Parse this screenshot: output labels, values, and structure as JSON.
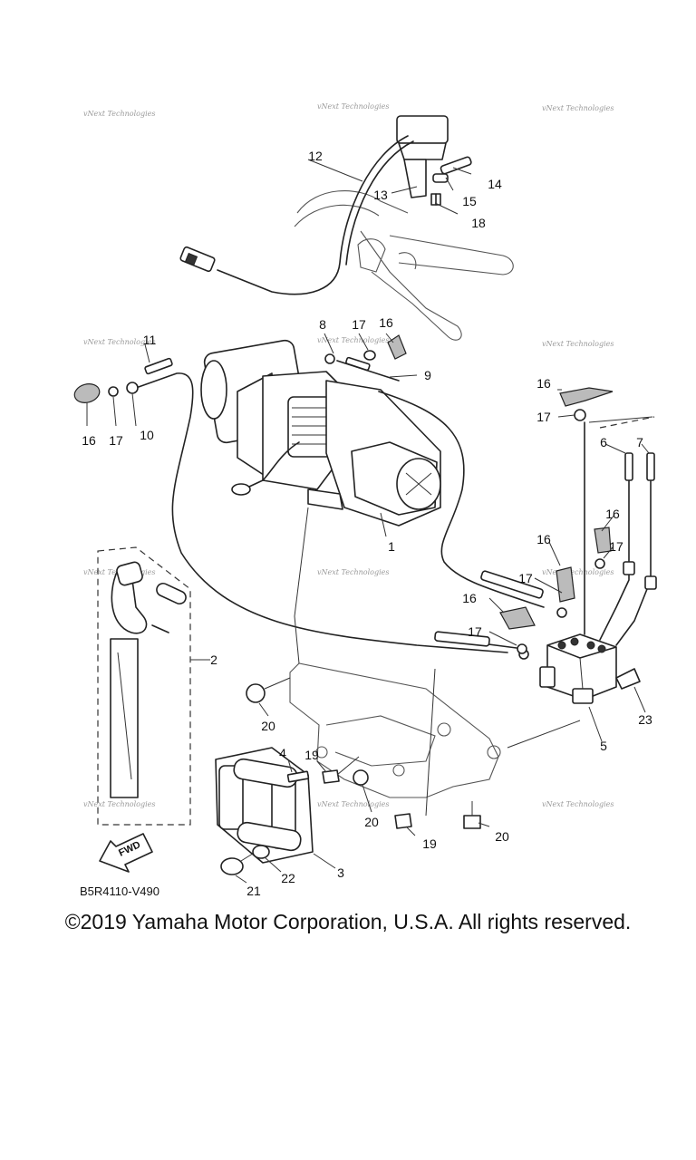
{
  "diagram": {
    "code": "B5R4110-V490",
    "watermark": "vNext Technologies",
    "fwd_label": "FWD",
    "callouts": {
      "c1": "1",
      "c2": "2",
      "c3": "3",
      "c4": "4",
      "c5": "5",
      "c6": "6",
      "c7": "7",
      "c8": "8",
      "c9": "9",
      "c10": "10",
      "c11": "11",
      "c12": "12",
      "c13": "13",
      "c14": "14",
      "c15": "15",
      "c16a": "16",
      "c16b": "16",
      "c16c": "16",
      "c16d": "16",
      "c16e": "16",
      "c16f": "16",
      "c17a": "17",
      "c17b": "17",
      "c17c": "17",
      "c17d": "17",
      "c17e": "17",
      "c17f": "17",
      "c18": "18",
      "c19a": "19",
      "c19b": "19",
      "c20a": "20",
      "c20b": "20",
      "c20c": "20",
      "c21": "21",
      "c22": "22",
      "c23": "23"
    }
  },
  "footer": {
    "copyright": "©2019 Yamaha Motor Corporation, U.S.A. All rights reserved."
  }
}
